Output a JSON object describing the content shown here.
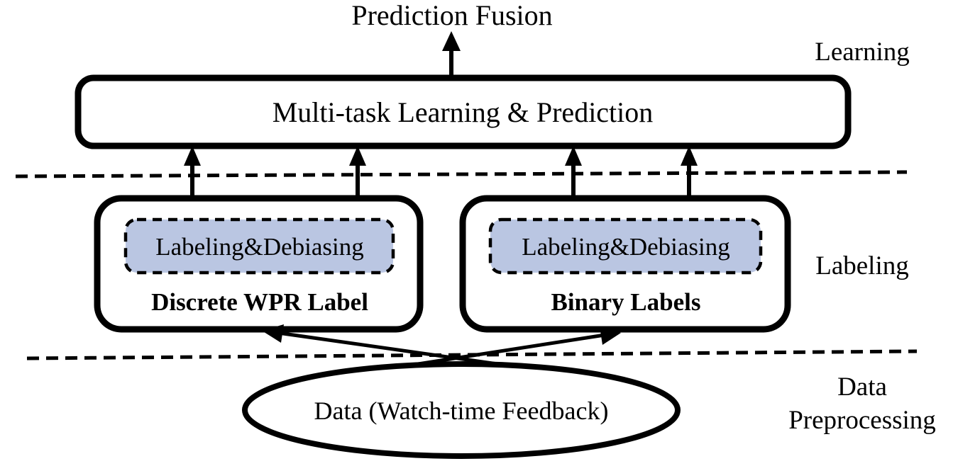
{
  "diagram": {
    "title": "Prediction Fusion",
    "learning_box": {
      "label": "Multi-task Learning & Prediction"
    },
    "label_boxes": [
      {
        "inner_label": "Labeling&Debiasing",
        "caption": "Discrete WPR Label"
      },
      {
        "inner_label": "Labeling&Debiasing",
        "caption": "Binary Labels"
      }
    ],
    "data_node": {
      "label": "Data (Watch-time Feedback)"
    },
    "stage_labels": [
      {
        "line1": "Learning",
        "line2": ""
      },
      {
        "line1": "Labeling",
        "line2": ""
      },
      {
        "line1": "Data",
        "line2": "Preprocessing"
      }
    ],
    "colors": {
      "inner_box_fill": "#bac6e2",
      "stroke": "#000000",
      "background": "#ffffff"
    }
  }
}
